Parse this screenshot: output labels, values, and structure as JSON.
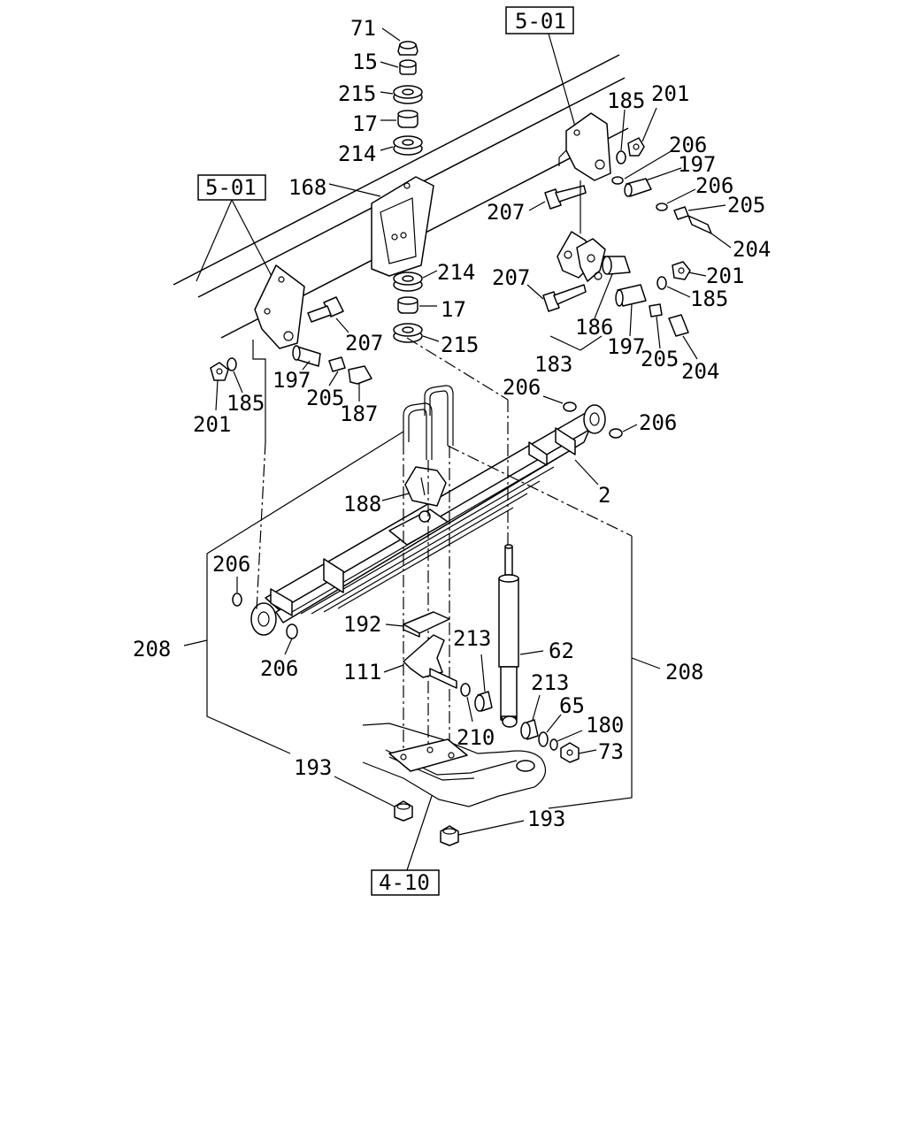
{
  "diagram": {
    "refs": {
      "frame_top_right": "5-01",
      "frame_left": "5-01",
      "axle": "4-10"
    },
    "parts": {
      "p71": "71",
      "p15": "15",
      "p215_top": "215",
      "p17_top": "17",
      "p214_top": "214",
      "p168": "168",
      "p214_low": "214",
      "p17_low": "17",
      "p215_low": "215",
      "p185_tr": "185",
      "p201_tr": "201",
      "p206_tr": "206",
      "p197_tr": "197",
      "p206_tr2": "206",
      "p205_tr": "205",
      "p204_tr": "204",
      "p207_tr": "207",
      "p207_mid": "207",
      "p201_mid": "201",
      "p185_mid": "185",
      "p186": "186",
      "p197_mid": "197",
      "p205_mid": "205",
      "p204_mid": "204",
      "p183": "183",
      "p207_left": "207",
      "p197_left": "197",
      "p205_left": "205",
      "p187": "187",
      "p185_left": "185",
      "p201_left": "201",
      "p206_eye": "206",
      "p206_right": "206",
      "p2": "2",
      "p188": "188",
      "p206_l1": "206",
      "p206_l2": "206",
      "p208_left": "208",
      "p208_right": "208",
      "p192": "192",
      "p111": "111",
      "p213_a": "213",
      "p210": "210",
      "p62": "62",
      "p213_b": "213",
      "p65": "65",
      "p180": "180",
      "p73": "73",
      "p193_left": "193",
      "p193_right": "193"
    }
  }
}
